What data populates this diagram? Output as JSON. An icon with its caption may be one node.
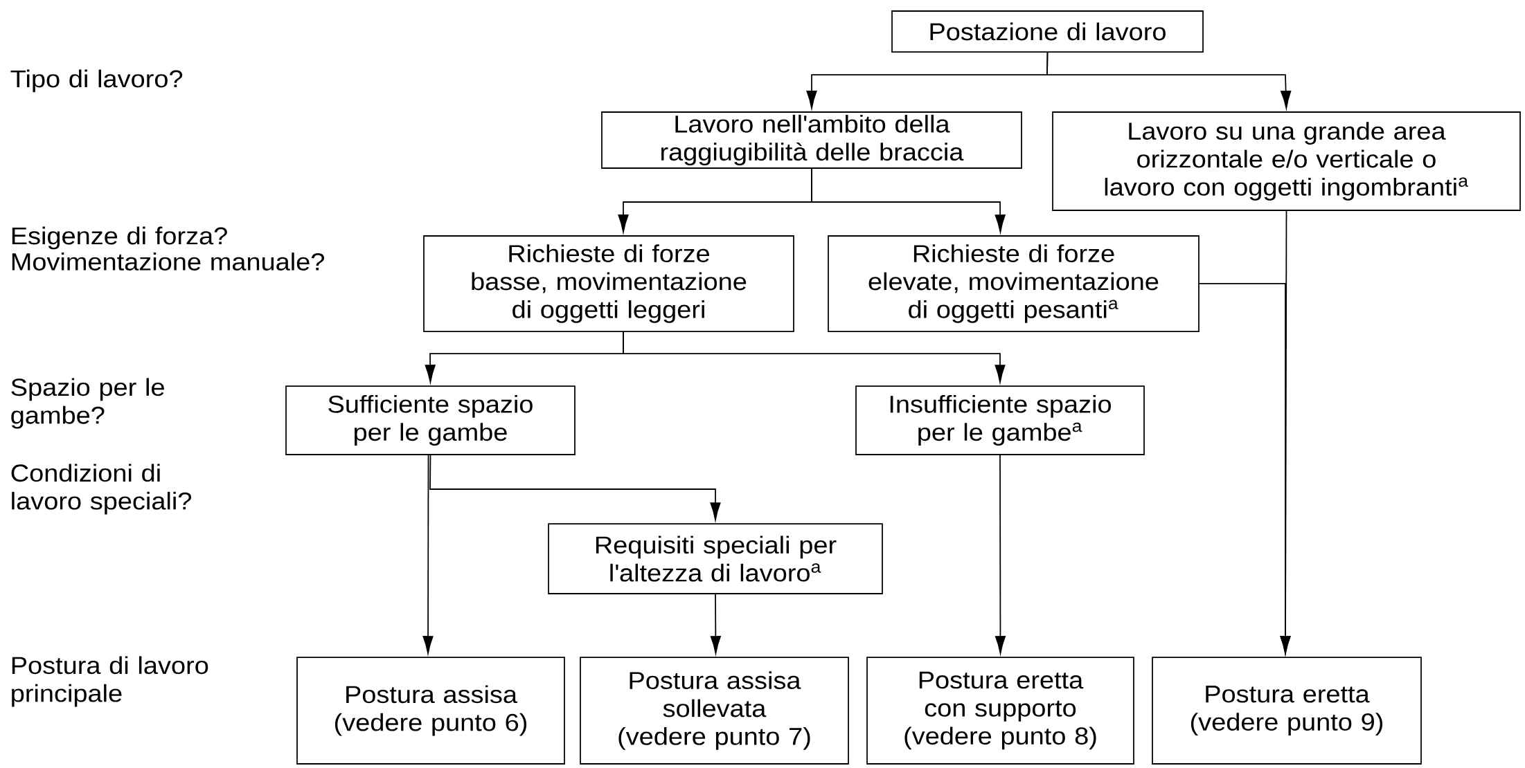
{
  "diagram": {
    "nodes": [
      {
        "text": [
          "Postazione di lavoro"
        ]
      },
      {
        "text": [
          "Lavoro nell'ambito della raggiugibilità delle braccia"
        ]
      },
      {
        "text": [
          "Lavoro su una grande area orizzontale e/o verticale o lavoro con oggetti ingombranti$^{a}$"
        ]
      },
      {
        "text": [
          "Richieste di forze basse, movimentazione di oggetti leggeri"
        ]
      },
      {
        "text": [
          "Richieste di forze elevate, movimentazione di oggetti pesanti$^{a}$"
        ]
      },
      {
        "text": [
          "Sufficiente spazio per le gambe"
        ]
      },
      {
        "text": [
          "Insufficiente spazio per le gambe$^{a}$"
        ]
      },
      {
        "text": [
          "Requisiti speciali per l'altezza di lavoro$^{a}$"
        ]
      },
      {
        "text": [
          "Postura assisa (vedere punto 6)"
        ]
      },
      {
        "text": [
          "Postura assisa sollevata (vedere punto 7)"
        ]
      },
      {
        "text": [
          "Postura eretta con supporto (vedere punto 8)"
        ]
      },
      {
        "text": [
          "Postura eretta (vedere punto 9)"
        ]
      }
    ],
    "edges": [
      {
        "from": 0,
        "to": 1,
        "arrow": "to"
      },
      {
        "from": 0,
        "to": 2,
        "arrow": "to"
      },
      {
        "from": 1,
        "to": 3,
        "arrow": "to"
      },
      {
        "from": 1,
        "to": 4,
        "arrow": "to"
      },
      {
        "from": 3,
        "to": 5,
        "arrow": "to"
      },
      {
        "from": 3,
        "to": 6,
        "arrow": "to"
      },
      {
        "from": 4,
        "to": 11,
        "arrow": "to"
      },
      {
        "from": 2,
        "to": 11,
        "arrow": "to"
      },
      {
        "from": 5,
        "to": 8,
        "arrow": "to"
      },
      {
        "from": 5,
        "to": 7,
        "arrow": "to"
      },
      {
        "from": 7,
        "to": 9,
        "arrow": "to"
      },
      {
        "from": 6,
        "to": 10,
        "arrow": "to"
      }
    ],
    "labels": [
      "Tipo di lavoro?",
      "Esigenze di forza?",
      "Movimentazione manuale?",
      "Spazio per le gambe?",
      "Condizioni di lavoro speciali?",
      "Postura di lavoro principale"
    ]
  }
}
